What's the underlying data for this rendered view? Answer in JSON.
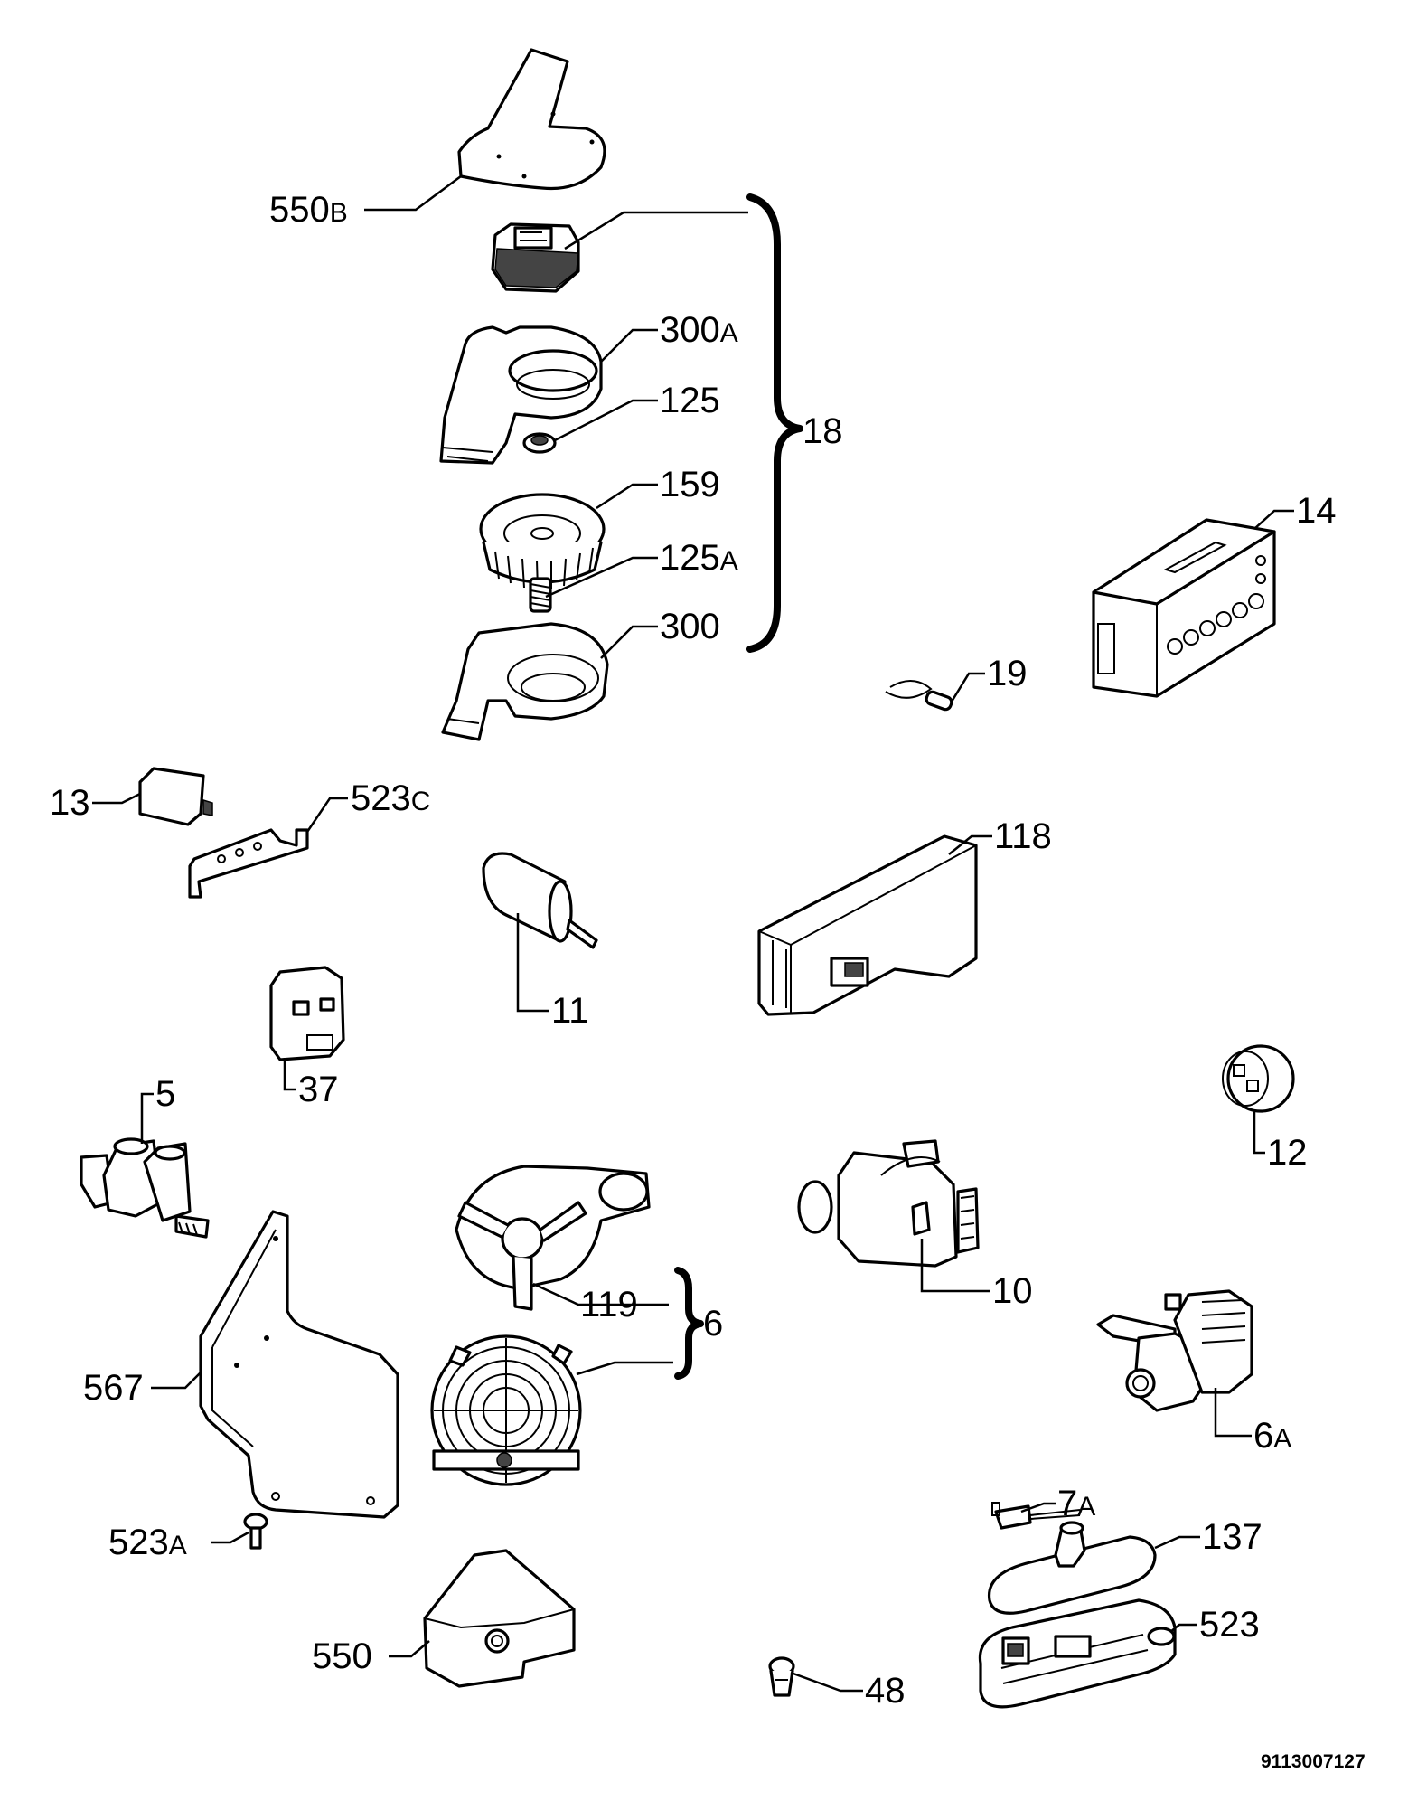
{
  "labels": {
    "p550b": {
      "num": "550",
      "suffix": "B"
    },
    "p300a": {
      "num": "300",
      "suffix": "A"
    },
    "p125": {
      "num": "125",
      "suffix": ""
    },
    "p18": {
      "num": "18",
      "suffix": ""
    },
    "p159": {
      "num": "159",
      "suffix": ""
    },
    "p125a": {
      "num": "125",
      "suffix": "A"
    },
    "p300": {
      "num": "300",
      "suffix": ""
    },
    "p14": {
      "num": "14",
      "suffix": ""
    },
    "p19": {
      "num": "19",
      "suffix": ""
    },
    "p13": {
      "num": "13",
      "suffix": ""
    },
    "p523c": {
      "num": "523",
      "suffix": "C"
    },
    "p118": {
      "num": "118",
      "suffix": ""
    },
    "p11": {
      "num": "11",
      "suffix": ""
    },
    "p37": {
      "num": "37",
      "suffix": ""
    },
    "p5": {
      "num": "5",
      "suffix": ""
    },
    "p12": {
      "num": "12",
      "suffix": ""
    },
    "p119": {
      "num": "119",
      "suffix": ""
    },
    "p6": {
      "num": "6",
      "suffix": ""
    },
    "p10": {
      "num": "10",
      "suffix": ""
    },
    "p567": {
      "num": "567",
      "suffix": ""
    },
    "p6a": {
      "num": "6",
      "suffix": "A"
    },
    "p7a": {
      "num": "7",
      "suffix": "A"
    },
    "p137": {
      "num": "137",
      "suffix": ""
    },
    "p523a": {
      "num": "523",
      "suffix": "A"
    },
    "p523": {
      "num": "523",
      "suffix": ""
    },
    "p550": {
      "num": "550",
      "suffix": ""
    },
    "p48": {
      "num": "48",
      "suffix": ""
    }
  },
  "document_number": "9113007127"
}
